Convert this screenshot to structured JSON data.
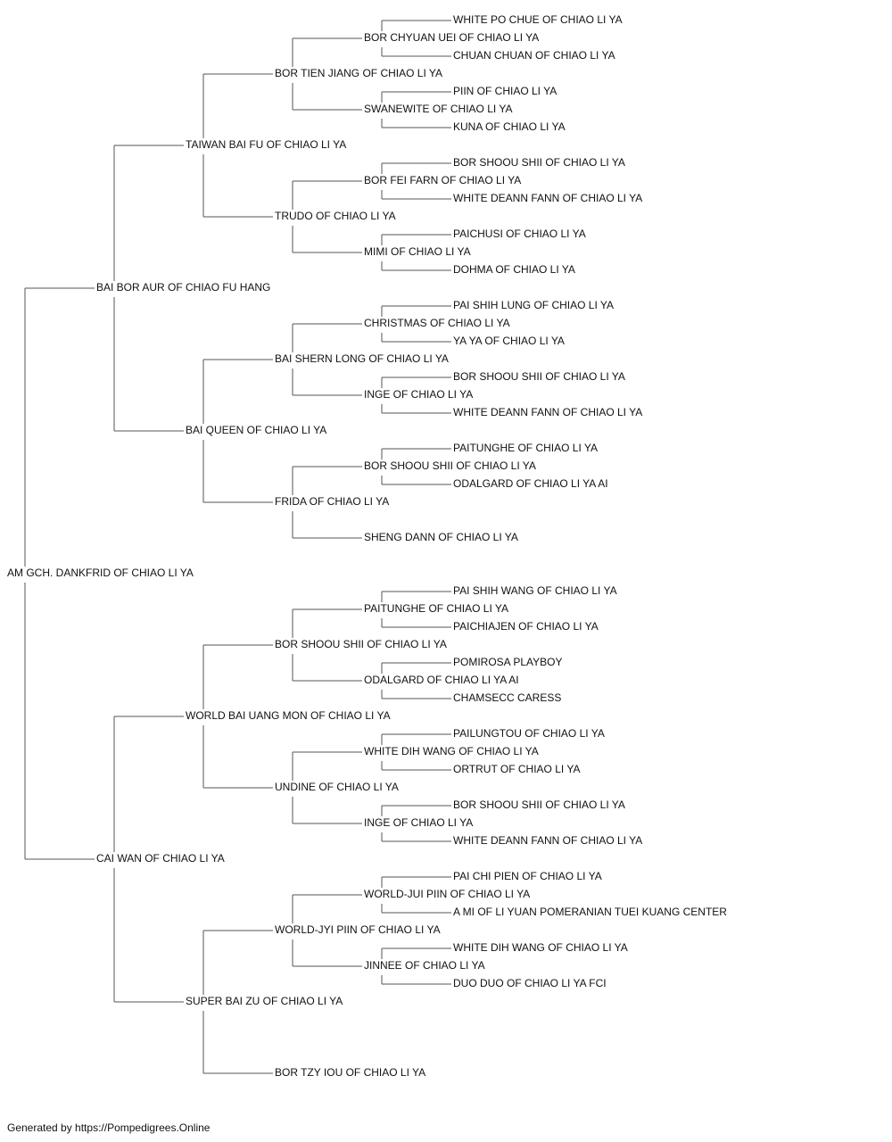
{
  "pedigree": {
    "name": "AM GCH. DANKFRID OF CHIAO LI YA",
    "sire": {
      "name": "BAI BOR AUR OF CHIAO FU HANG",
      "sire": {
        "name": "TAIWAN BAI FU OF CHIAO LI YA",
        "sire": {
          "name": "BOR TIEN JIANG OF CHIAO LI YA",
          "sire": {
            "name": "BOR CHYUAN UEI OF CHIAO LI YA",
            "sire": {
              "name": "WHITE PO CHUE OF CHIAO LI YA"
            },
            "dam": {
              "name": "CHUAN CHUAN OF CHIAO LI YA"
            }
          },
          "dam": {
            "name": "SWANEWITE OF CHIAO LI YA",
            "sire": {
              "name": "PIIN OF CHIAO LI YA"
            },
            "dam": {
              "name": "KUNA OF CHIAO LI YA"
            }
          }
        },
        "dam": {
          "name": "TRUDO OF CHIAO LI YA",
          "sire": {
            "name": "BOR FEI FARN OF CHIAO LI YA",
            "sire": {
              "name": "BOR SHOOU SHII OF CHIAO LI YA"
            },
            "dam": {
              "name": "WHITE DEANN FANN OF CHIAO LI YA"
            }
          },
          "dam": {
            "name": "MIMI OF CHIAO LI YA",
            "sire": {
              "name": "PAICHUSI OF CHIAO LI YA"
            },
            "dam": {
              "name": "DOHMA OF CHIAO LI YA"
            }
          }
        }
      },
      "dam": {
        "name": "BAI QUEEN OF CHIAO LI YA",
        "sire": {
          "name": "BAI SHERN LONG OF CHIAO LI YA",
          "sire": {
            "name": "CHRISTMAS OF CHIAO LI YA",
            "sire": {
              "name": "PAI SHIH LUNG OF CHIAO LI YA"
            },
            "dam": {
              "name": "YA YA OF CHIAO LI YA"
            }
          },
          "dam": {
            "name": "INGE OF CHIAO LI YA",
            "sire": {
              "name": "BOR SHOOU SHII OF CHIAO LI YA"
            },
            "dam": {
              "name": "WHITE DEANN FANN OF CHIAO LI YA"
            }
          }
        },
        "dam": {
          "name": "FRIDA OF CHIAO LI YA",
          "sire": {
            "name": "BOR SHOOU SHII OF CHIAO LI YA",
            "sire": {
              "name": "PAITUNGHE OF CHIAO LI YA"
            },
            "dam": {
              "name": "ODALGARD OF CHIAO LI YA AI"
            }
          },
          "dam": {
            "name": "SHENG DANN OF CHIAO LI YA"
          }
        }
      }
    },
    "dam": {
      "name": "CAI WAN OF CHIAO LI YA",
      "sire": {
        "name": "WORLD BAI UANG MON OF CHIAO LI YA",
        "sire": {
          "name": "BOR SHOOU SHII OF CHIAO LI YA",
          "sire": {
            "name": "PAITUNGHE OF CHIAO LI YA",
            "sire": {
              "name": "PAI SHIH WANG OF CHIAO LI YA"
            },
            "dam": {
              "name": "PAICHIAJEN OF CHIAO LI YA"
            }
          },
          "dam": {
            "name": "ODALGARD OF CHIAO LI YA AI",
            "sire": {
              "name": "POMIROSA PLAYBOY"
            },
            "dam": {
              "name": "CHAMSECC CARESS"
            }
          }
        },
        "dam": {
          "name": "UNDINE OF CHIAO LI YA",
          "sire": {
            "name": "WHITE DIH WANG OF CHIAO LI YA",
            "sire": {
              "name": "PAILUNGTOU OF CHIAO LI YA"
            },
            "dam": {
              "name": "ORTRUT OF CHIAO LI YA"
            }
          },
          "dam": {
            "name": "INGE OF CHIAO LI YA",
            "sire": {
              "name": "BOR SHOOU SHII OF CHIAO LI YA"
            },
            "dam": {
              "name": "WHITE DEANN FANN OF CHIAO LI YA"
            }
          }
        }
      },
      "dam": {
        "name": "SUPER BAI ZU OF CHIAO LI YA",
        "sire": {
          "name": "WORLD-JYI PIIN OF CHIAO LI YA",
          "sire": {
            "name": "WORLD-JUI PIIN OF CHIAO LI YA",
            "sire": {
              "name": "PAI CHI PIEN OF CHIAO LI YA"
            },
            "dam": {
              "name": "A MI OF LI YUAN POMERANIAN TUEI KUANG CENTER"
            }
          },
          "dam": {
            "name": "JINNEE OF CHIAO LI YA",
            "sire": {
              "name": "WHITE DIH WANG OF CHIAO LI YA"
            },
            "dam": {
              "name": "DUO DUO OF CHIAO LI YA FCI"
            }
          }
        },
        "dam": {
          "name": "BOR TZY IOU OF CHIAO LI YA"
        }
      }
    }
  },
  "footer": {
    "text": "Generated by https://Pompedigrees.Online"
  },
  "colors": {
    "line": "#555555",
    "text": "#111111",
    "background": "#ffffff"
  }
}
